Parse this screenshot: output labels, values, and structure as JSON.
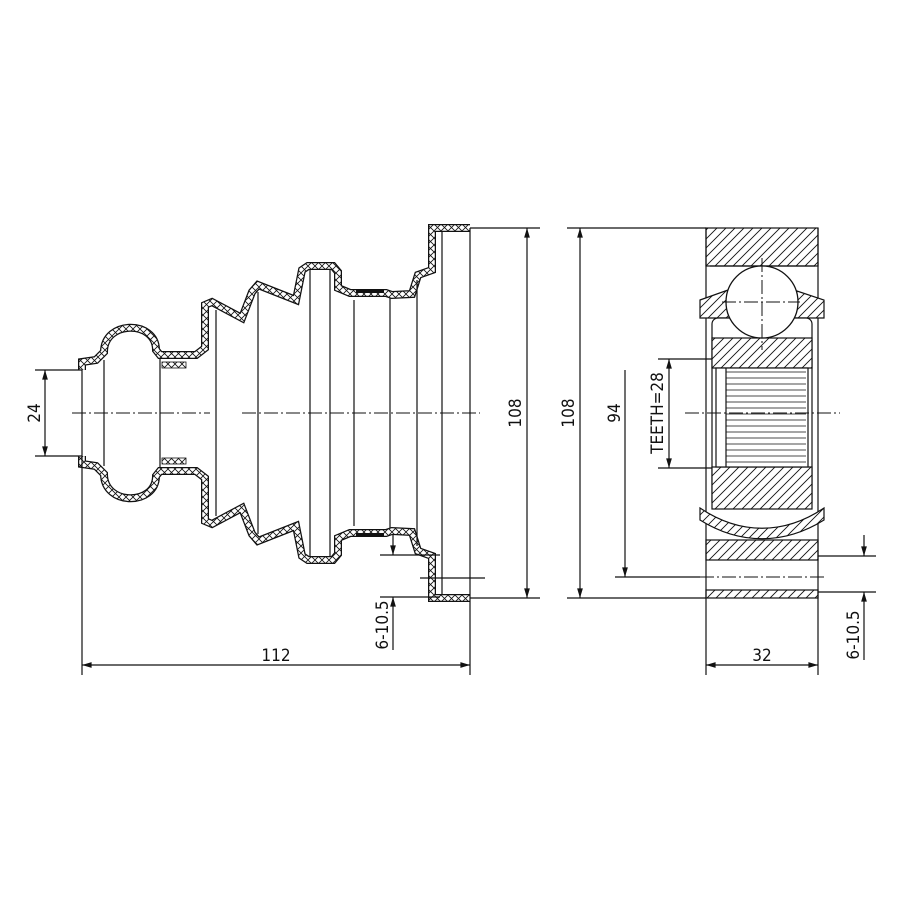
{
  "drawing": {
    "title": "CV joint and boot kit technical drawing",
    "boot_view": {
      "small_end_diameter": "24",
      "large_end_diameter": "108",
      "overall_length": "112",
      "bolt_holes": "6-10.5"
    },
    "joint_view": {
      "outer_diameter": "108",
      "bolt_circle": "94",
      "spline_teeth": "TEETH=28",
      "width": "32",
      "bolt_holes": "6-10.5"
    }
  }
}
